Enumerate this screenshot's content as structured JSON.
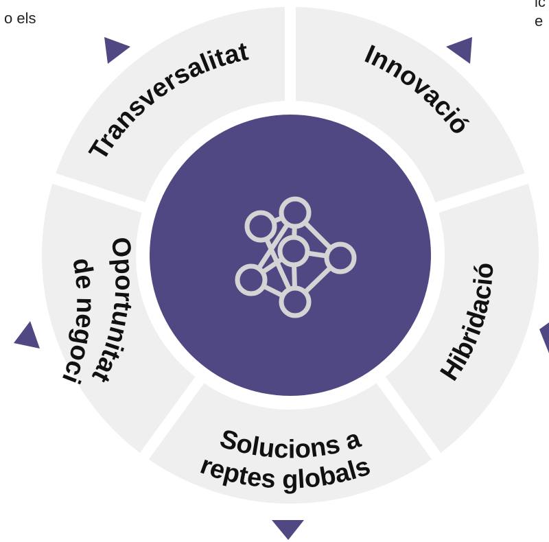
{
  "colors": {
    "segment_fill": "#efefef",
    "hub_fill": "#4f4882",
    "hub_icon_stroke": "#d4d4d4",
    "arrow_fill": "#4f4882",
    "label_text": "#111111"
  },
  "corner_texts": {
    "top_left": "o els",
    "top_right_line1": "ic",
    "top_right_line2": "e"
  },
  "hub": {
    "icon": "network-nodes-icon"
  },
  "segments": [
    {
      "id": "transversalitat",
      "label_lines": [
        "Transversalitat"
      ]
    },
    {
      "id": "innovacio",
      "label_lines": [
        "Innovació"
      ]
    },
    {
      "id": "hibridacio",
      "label_lines": [
        "Hibridació"
      ]
    },
    {
      "id": "solucions",
      "label_lines": [
        "Solucions a",
        "reptes globals"
      ]
    },
    {
      "id": "oportunitat",
      "label_lines": [
        "Oportunitat",
        "de negoci"
      ]
    }
  ],
  "arrows": [
    "triangle-icon",
    "triangle-icon",
    "triangle-icon",
    "triangle-icon",
    "triangle-icon"
  ]
}
